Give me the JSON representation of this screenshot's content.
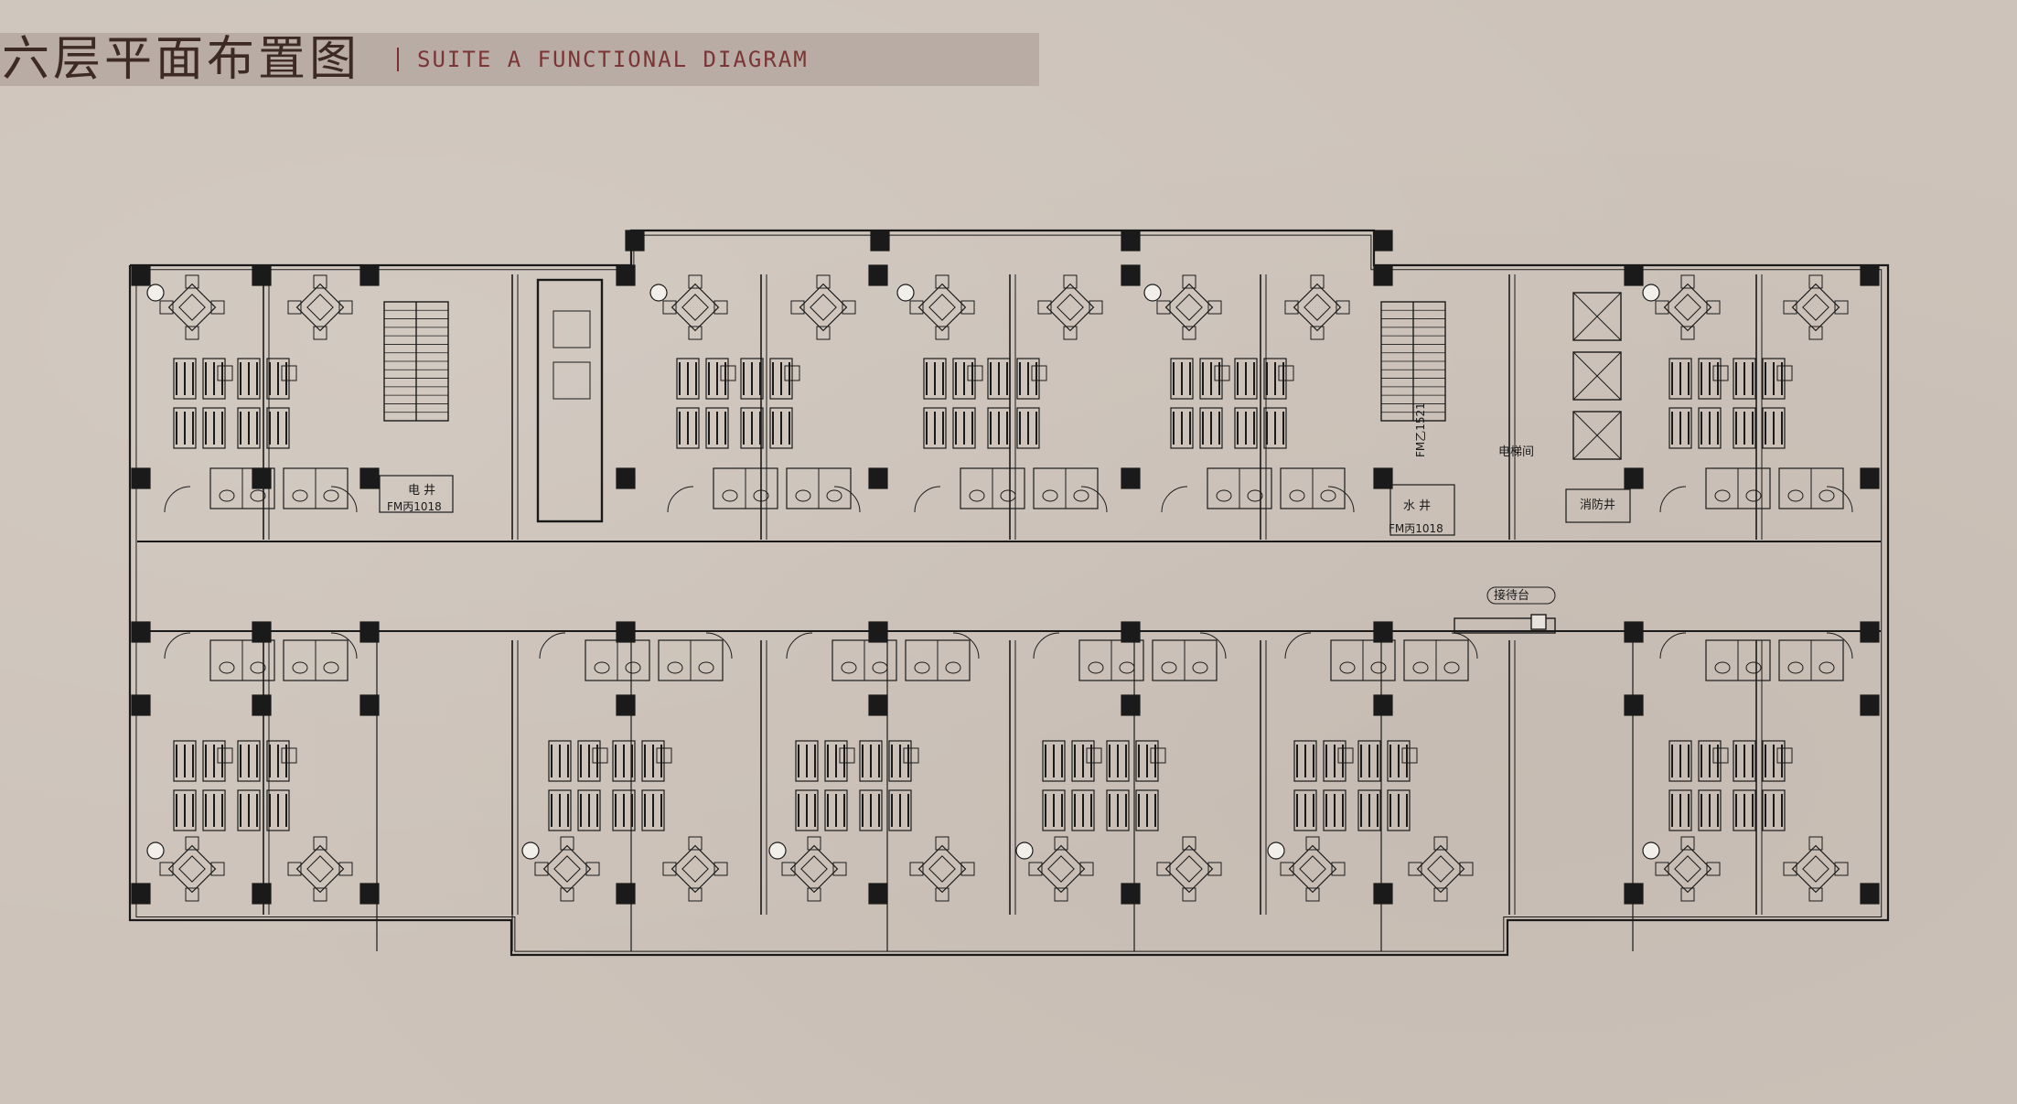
{
  "header": {
    "title_cn": "六层平面布置图",
    "title_en": "SUITE A FUNCTIONAL DIAGRAM"
  },
  "plan_labels": {
    "electric_shaft": "电 井",
    "door_fm_left": "FM丙1018",
    "water_shaft": "水 井",
    "door_fm_right": "FM丙1018",
    "door_fm_vertical": "FM乙1521",
    "elevator_hall": "电梯间",
    "fire_shaft": "消防井",
    "reception": "接待台"
  },
  "colors": {
    "background": "#cdc3ba",
    "title_bar": "#b8aca4",
    "title_cn": "#3e2a24",
    "title_en": "#7a3535",
    "line": "#1a1a1a"
  }
}
